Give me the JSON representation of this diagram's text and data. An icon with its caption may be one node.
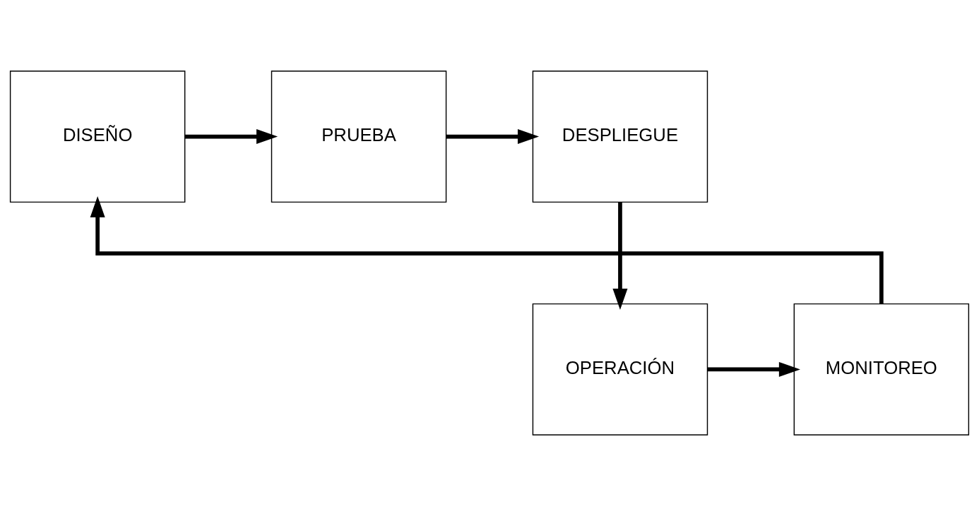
{
  "diagram": {
    "nodes": [
      {
        "text": [
          "DISEÑO"
        ]
      },
      {
        "text": [
          "PRUEBA"
        ]
      },
      {
        "text": [
          "DESPLIEGUE"
        ]
      },
      {
        "text": [
          "MONITOREO"
        ]
      },
      {
        "text": [
          "OPERACIÓN"
        ]
      }
    ],
    "edges": [
      {
        "from": 0,
        "to": 1,
        "arrow": "to"
      },
      {
        "from": 1,
        "to": 2,
        "arrow": "to"
      },
      {
        "from": 2,
        "to": 4,
        "arrow": "to"
      },
      {
        "from": 4,
        "to": 3,
        "arrow": "to"
      },
      {
        "from": 3,
        "to": 0,
        "arrow": "to"
      }
    ]
  }
}
